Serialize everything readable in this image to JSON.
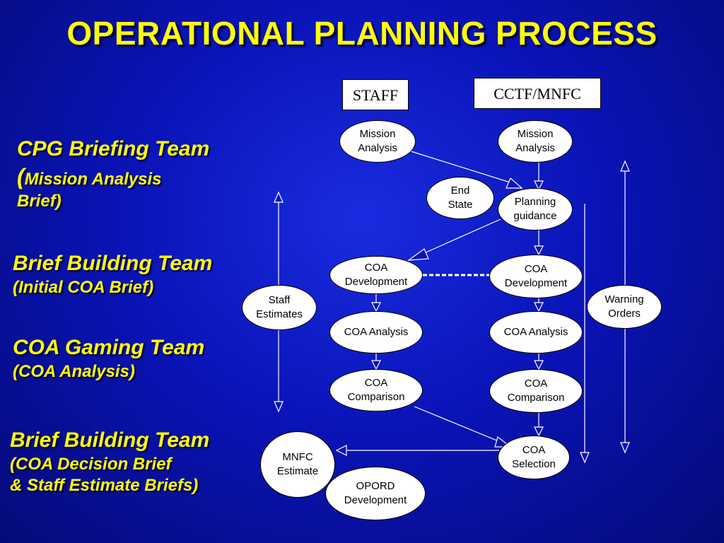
{
  "title": "OPERATIONAL PLANNING PROCESS",
  "column_headers": {
    "staff": "STAFF",
    "cctf": "CCTF/MNFC"
  },
  "teams": {
    "cpg": {
      "name": "CPG Briefing Team",
      "paren": "(",
      "detail_1": "Mission Analysis",
      "detail_2": "Brief)"
    },
    "brief_building_1": {
      "name": "Brief Building Team",
      "detail": "(Initial COA Brief)"
    },
    "coa_gaming": {
      "name": "COA Gaming Team",
      "detail": "(COA Analysis)"
    },
    "brief_building_2": {
      "name": "Brief Building Team",
      "detail_1": "(COA Decision Brief",
      "detail_2": "& Staff Estimate Briefs)"
    }
  },
  "nodes": {
    "staff_mission_analysis": [
      "Mission",
      "Analysis"
    ],
    "cctf_mission_analysis": [
      "Mission",
      "Analysis"
    ],
    "end_state": [
      "End",
      "State"
    ],
    "planning_guidance": [
      "Planning",
      "guidance"
    ],
    "staff_coa_development": [
      "COA",
      "Development"
    ],
    "cctf_coa_development": [
      "COA",
      "Development"
    ],
    "staff_estimates": [
      "Staff",
      "Estimates"
    ],
    "warning_orders": [
      "Warning",
      "Orders"
    ],
    "staff_coa_analysis": [
      "COA Analysis"
    ],
    "cctf_coa_analysis": [
      "COA Analysis"
    ],
    "staff_coa_comparison": [
      "COA",
      "Comparison"
    ],
    "cctf_coa_comparison": [
      "COA",
      "Comparison"
    ],
    "coa_selection": [
      "COA",
      "Selection"
    ],
    "mnfc_estimate": [
      "MNFC",
      "Estimate"
    ],
    "opord_development": [
      "OPORD",
      "Development"
    ]
  }
}
